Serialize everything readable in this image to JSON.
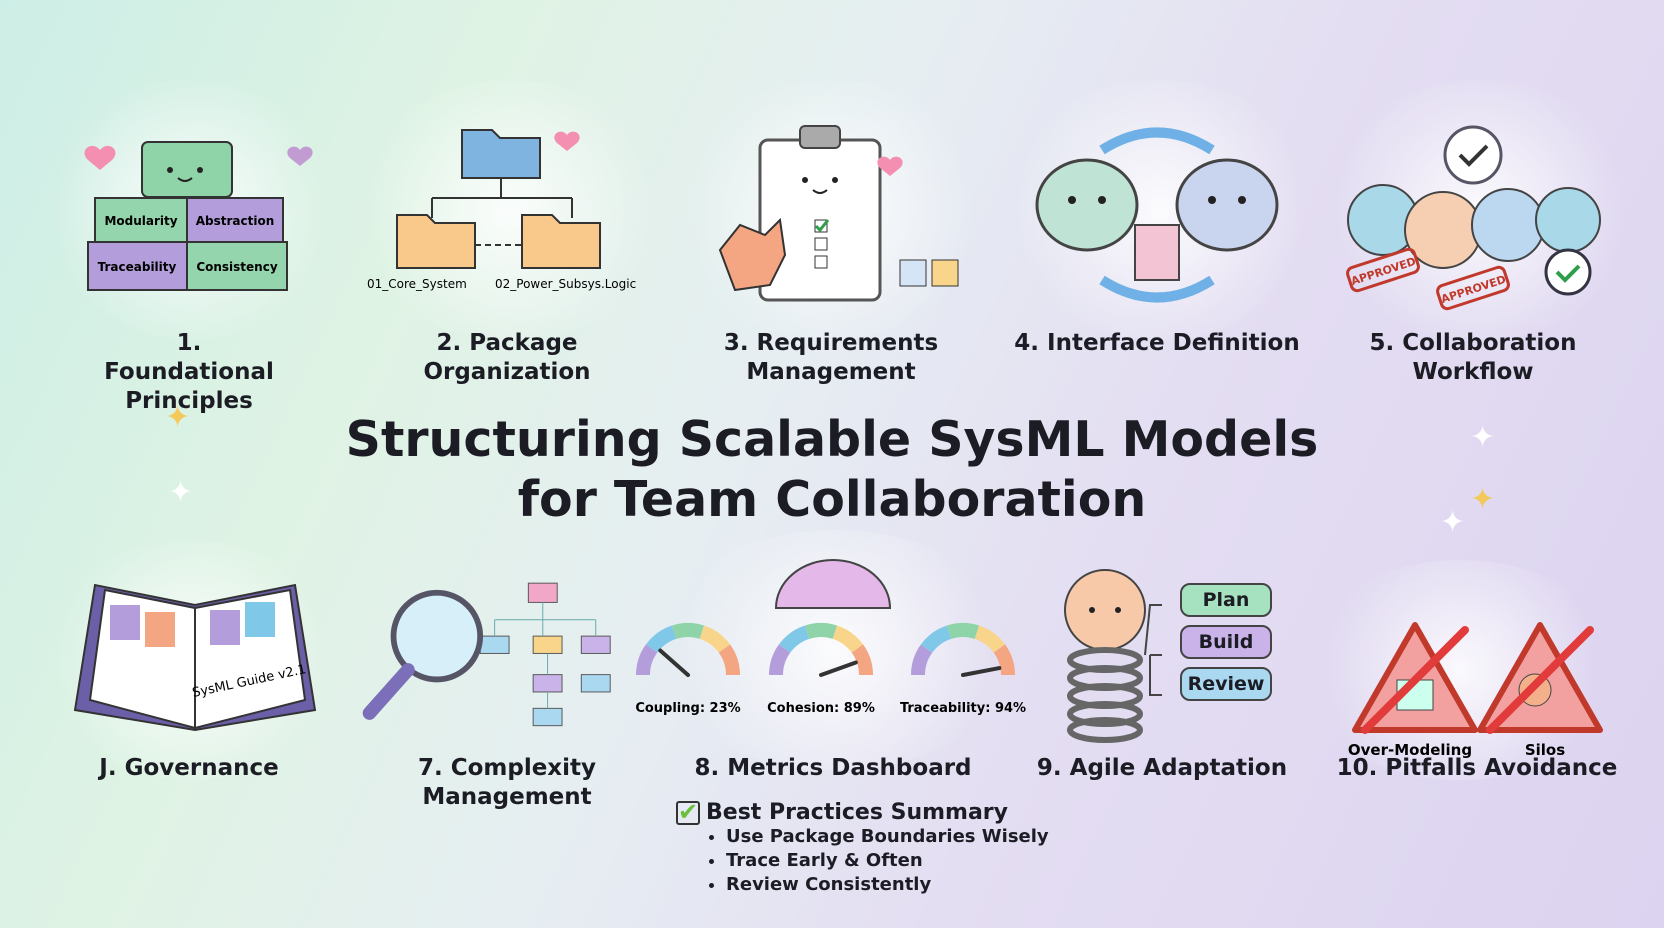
{
  "title": {
    "line1": "Structuring Scalable SysML Models",
    "line2": "for Team Collaboration"
  },
  "sections": [
    {
      "label": "1. Foundational Principles",
      "blocks": [
        "Modularity",
        "Abstraction",
        "Traceability",
        "Consistency"
      ]
    },
    {
      "label": "2. Package Organization",
      "folders": [
        "01_Core_System",
        "02_Power_Subsys.Logic"
      ]
    },
    {
      "label": "3. Requirements Management"
    },
    {
      "label": "4. Interface Definition"
    },
    {
      "label": "5. Collaboration Workflow",
      "stamps": [
        "APPROVED",
        "APPROVED"
      ]
    },
    {
      "label": "J. Governance",
      "book": "SysML Guide v2.1"
    },
    {
      "label": "7. Complexity Management"
    },
    {
      "label": "8. Metrics Dashboard",
      "metrics": [
        {
          "name": "Coupling",
          "value": 23,
          "text": "Coupling: 23%"
        },
        {
          "name": "Cohesion",
          "value": 89,
          "text": "Cohesion: 89%"
        },
        {
          "name": "Traceability",
          "value": 94,
          "text": "Traceability: 94%"
        }
      ]
    },
    {
      "label": "9. Agile Adaptation",
      "steps": [
        "Plan",
        "Build",
        "Review"
      ]
    },
    {
      "label": "10. Pitfalls Avoidance",
      "pitfalls": [
        "Over-Modeling",
        "Silos"
      ]
    }
  ],
  "summary": {
    "heading": "Best Practices Summary",
    "items": [
      "Use Package Boundaries Wisely",
      "Trace Early & Often",
      "Review Consistently"
    ]
  }
}
